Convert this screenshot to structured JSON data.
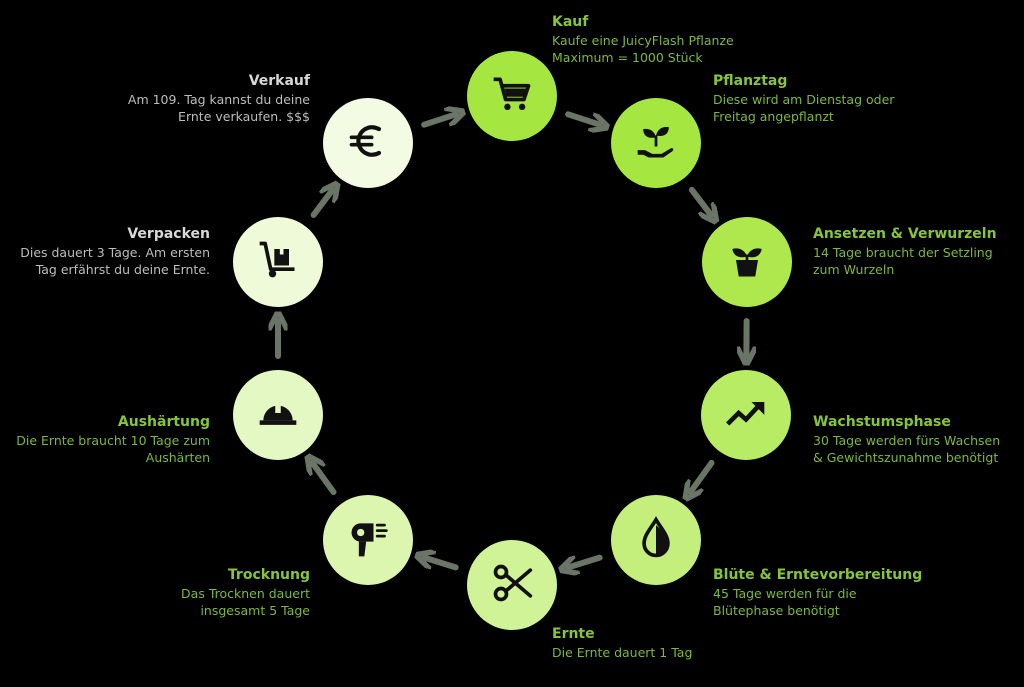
{
  "colors": {
    "background": "#000000",
    "arrow": "#6b7567",
    "icon": "#111111",
    "green_title": "#86c53a",
    "green_desc": "#7db83a",
    "pale_title": "#d8d8d8",
    "pale_desc": "#bdbdbd"
  },
  "steps": [
    {
      "title": "Kauf",
      "desc": "Kaufe eine JuicyFlash Pflanze\nMaximum = 1000 Stück",
      "icon": "cart-icon",
      "fill": "#a6e640",
      "tone": "green"
    },
    {
      "title": "Pflanztag",
      "desc": "Diese wird am Dienstag oder\nFreitag angepflanzt",
      "icon": "plant-in-hand-icon",
      "fill": "#a6e640",
      "tone": "green"
    },
    {
      "title": "Ansetzen & Verwurzeln",
      "desc": "14 Tage braucht der Setzling\nzum Wurzeln",
      "icon": "potted-plant-icon",
      "fill": "#aee84c",
      "tone": "green"
    },
    {
      "title": "Wachstumsphase",
      "desc": "30 Tage werden fürs Wachsen\n& Gewichtszunahme benötigt",
      "icon": "trending-up-icon",
      "fill": "#b8ec64",
      "tone": "green"
    },
    {
      "title": "Blüte & Erntevorbereitung",
      "desc": "45 Tage werden für die\nBlütephase benötigt",
      "icon": "water-drop-icon",
      "fill": "#c4ef7c",
      "tone": "green"
    },
    {
      "title": "Ernte",
      "desc": "Die Ernte dauert 1 Tag",
      "icon": "scissors-icon",
      "fill": "#d1f398",
      "tone": "green"
    },
    {
      "title": "Trocknung",
      "desc": "Das Trocknen dauert\ninsgesamt 5 Tage",
      "icon": "hair-dryer-icon",
      "fill": "#dcf6b0",
      "tone": "green"
    },
    {
      "title": "Aushärtung",
      "desc": "Die Ernte braucht 10 Tage zum\nAushärten",
      "icon": "hard-hat-icon",
      "fill": "#e4f8c4",
      "tone": "green"
    },
    {
      "title": "Verpacken",
      "desc": "Dies dauert 3 Tage. Am ersten\nTag erfährst du deine Ernte.",
      "icon": "hand-truck-icon",
      "fill": "#eefad8",
      "tone": "pale"
    },
    {
      "title": "Verkauf",
      "desc": "Am 109. Tag kannst du deine\nErnte verkaufen. $$$",
      "icon": "euro-icon",
      "fill": "#f3fce2",
      "tone": "pale"
    }
  ]
}
